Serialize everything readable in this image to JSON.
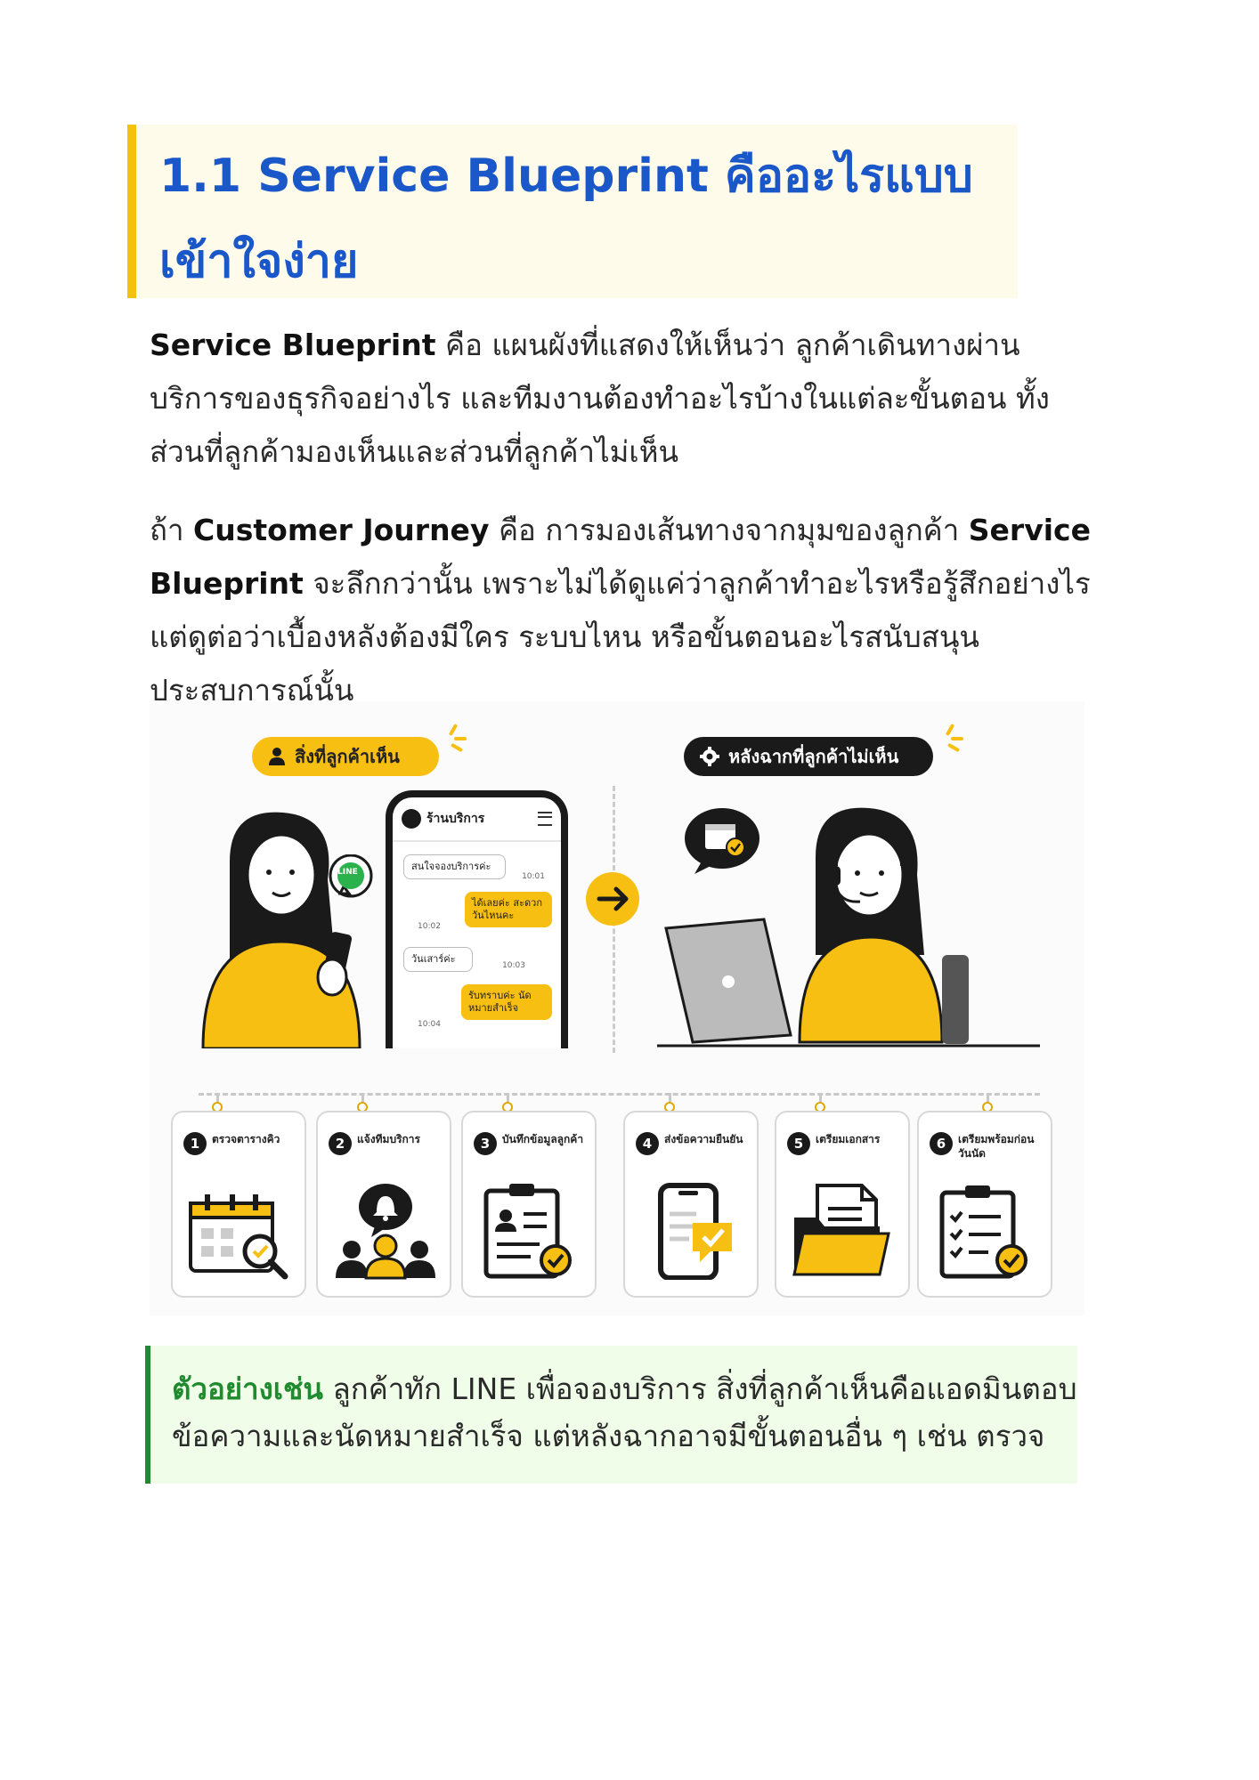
{
  "heading": {
    "line1": "1.1 Service Blueprint คืออะไรแบบ",
    "line2": "เข้าใจง่าย"
  },
  "paragraph1": {
    "bold": "Service Blueprint",
    "text": " คือ แผนผังที่แสดงให้เห็นว่า ลูกค้าเดินทางผ่านบริการของธุรกิจอย่างไร และทีมงานต้องทำอะไรบ้างในแต่ละขั้นตอน ทั้งส่วนที่ลูกค้ามองเห็นและส่วนที่ลูกค้าไม่เห็น"
  },
  "paragraph2": {
    "t1": "ถ้า ",
    "b1": "Customer Journey",
    "t2": " คือ การมองเส้นทางจากมุมของลูกค้า ",
    "b2": "Service Blueprint",
    "t3": " จะลึกกว่านั้น เพราะไม่ได้ดูแค่ว่าลูกค้าทำอะไรหรือรู้สึกอย่างไร แต่ดูต่อว่าเบื้องหลังต้องมีใคร ระบบไหน หรือขั้นตอนอะไรสนับสนุนประสบการณ์นั้น"
  },
  "figure": {
    "customer_label": "สิ่งที่ลูกค้าเห็น",
    "backstage_label": "หลังฉากที่ลูกค้าไม่เห็น",
    "phone_title": "ร้านบริการ",
    "line_badge": "LINE",
    "chat": [
      {
        "text": "สนใจจองบริการค่ะ",
        "time": "10:01"
      },
      {
        "text": "ได้เลยค่ะ สะดวกวันไหนคะ",
        "time": "10:02"
      },
      {
        "text": "วันเสาร์ค่ะ",
        "time": "10:03"
      },
      {
        "text": "รับทราบค่ะ นัดหมายสำเร็จ",
        "time": "10:04"
      }
    ],
    "steps": [
      {
        "num": "1",
        "label": "ตรวจตารางคิว"
      },
      {
        "num": "2",
        "label": "แจ้งทีมบริการ"
      },
      {
        "num": "3",
        "label": "บันทึกข้อมูลลูกค้า"
      },
      {
        "num": "4",
        "label": "ส่งข้อความยืนยัน"
      },
      {
        "num": "5",
        "label": "เตรียมเอกสาร"
      },
      {
        "num": "6",
        "label": "เตรียมพร้อมก่อนวันนัด"
      }
    ],
    "colors": {
      "accent": "#f8bf13",
      "dark": "#1a1a1a"
    }
  },
  "example": {
    "lead": "ตัวอย่างเช่น",
    "text": " ลูกค้าทัก LINE เพื่อจองบริการ สิ่งที่ลูกค้าเห็นคือแอดมินตอบข้อความและนัดหมายสำเร็จ แต่หลังฉากอาจมีขั้นตอนอื่น ๆ เช่น ตรวจ"
  }
}
